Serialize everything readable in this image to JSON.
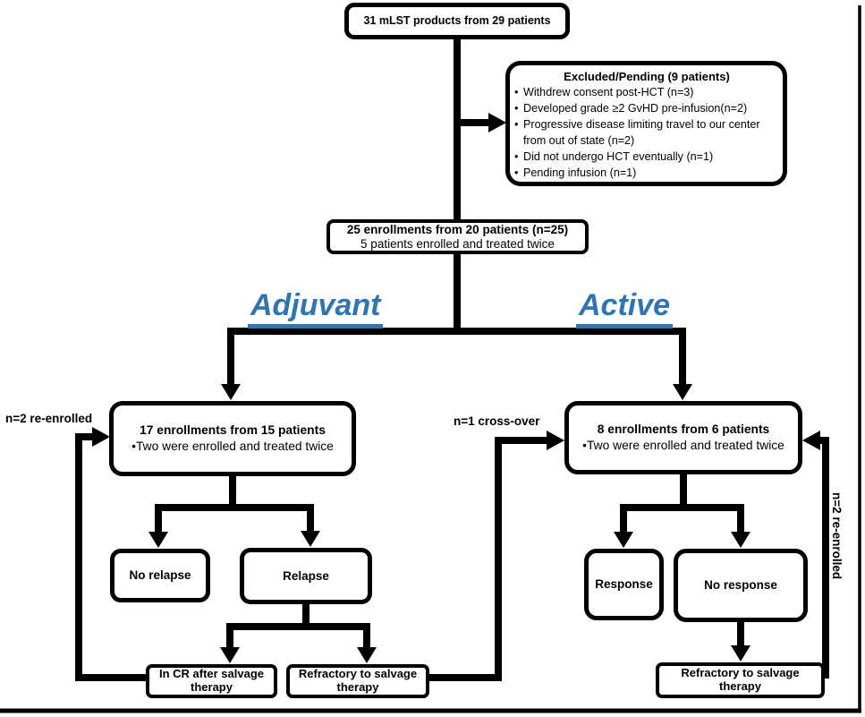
{
  "colors": {
    "accent_blue": "#2e75b6",
    "line_black": "#000000"
  },
  "glyphs": {
    "bullet": "•"
  },
  "products_box": {
    "text": "31 mLST products from 29 patients"
  },
  "excluded_box": {
    "title": "Excluded/Pending (9 patients)",
    "items": [
      "Withdrew consent post-HCT (n=3)",
      "Developed grade ≥2 GvHD pre-infusion(n=2)",
      "Progressive disease limiting travel to our center from out of state (n=2)",
      "Did not undergo HCT eventually (n=1)",
      "Pending infusion (n=1)"
    ]
  },
  "enrollment_box": {
    "line1": "25 enrollments from 20 patients (n=25)",
    "line2": "5 patients enrolled and treated twice"
  },
  "branches": {
    "left_label": "Adjuvant",
    "right_label": "Active"
  },
  "adjuvant_box": {
    "line1": "17 enrollments from 15 patients",
    "bullet_text": "Two were enrolled and treated twice"
  },
  "active_box": {
    "line1": "8 enrollments from 6 patients",
    "bullet_text": "Two were enrolled and treated twice"
  },
  "outcomes": {
    "no_relapse": "No relapse",
    "relapse": "Relapse",
    "response": "Response",
    "no_response": "No response"
  },
  "salvage": {
    "in_cr": "In CR after salvage therapy",
    "refractory_left": "Refractory to salvage therapy",
    "refractory_right": "Refractory to salvage therapy"
  },
  "edge_labels": {
    "left_reenrolled": "n=2 re-enrolled",
    "crossover": "n=1 cross-over",
    "right_reenrolled": "n=2 re-enrolled"
  }
}
